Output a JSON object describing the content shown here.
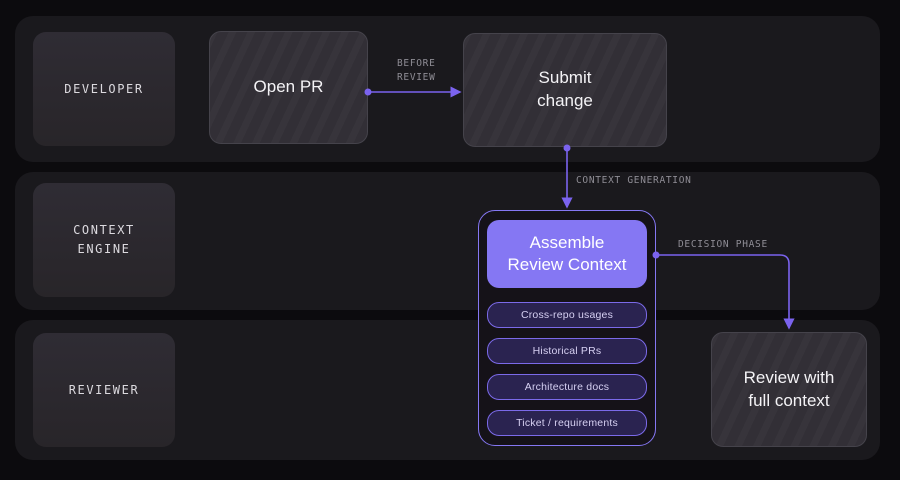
{
  "colors": {
    "background": "#0c0b0e",
    "lane_bg": "#1a191d",
    "labelbox_bg": "#2c2a31",
    "node_bg": "#322f36",
    "node_border": "#45434b",
    "group_bg": "#151218",
    "pill_bg": "#2a2350",
    "pill_border": "#7b6ae9",
    "accent": "#7b63ef",
    "accent_bright": "#8577f3",
    "text_primary": "#f4f3f6",
    "text_lane": "#dcdadf",
    "text_muted": "#8f8d95",
    "text_pill": "#d6d0f2"
  },
  "lanes": [
    {
      "label": "DEVELOPER"
    },
    {
      "label": "CONTEXT\nENGINE"
    },
    {
      "label": "REVIEWER"
    }
  ],
  "nodes": {
    "open_pr": {
      "label": "Open PR"
    },
    "submit_change": {
      "label": "Submit\nchange"
    },
    "assemble": {
      "label": "Assemble\nReview Context"
    },
    "review": {
      "label": "Review with\nfull context"
    }
  },
  "context_items": [
    "Cross-repo usages",
    "Historical PRs",
    "Architecture docs",
    "Ticket / requirements"
  ],
  "edge_labels": {
    "before_review": "BEFORE\nREVIEW",
    "context_generation": "CONTEXT GENERATION",
    "decision_phase": "DECISION PHASE"
  }
}
